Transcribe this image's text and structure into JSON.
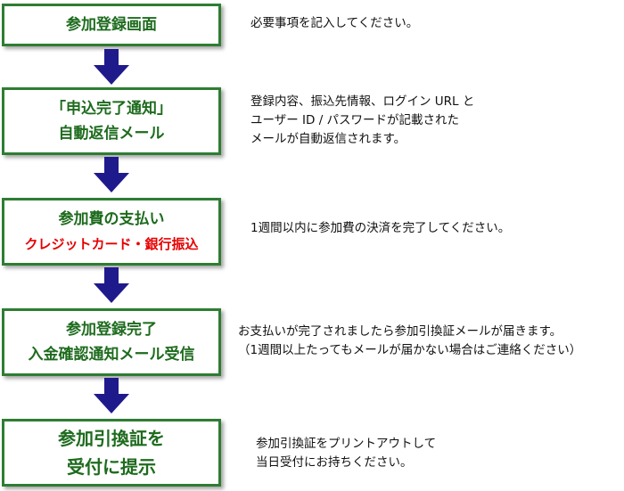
{
  "colors": {
    "box_border": "#2e7d32",
    "box_text": "#1e6b1e",
    "highlight_text": "#e60000",
    "arrow": "#1f1a8c"
  },
  "steps": [
    {
      "lines": [
        "参加登録画面"
      ],
      "description": [
        "必要事項を記入してください。"
      ]
    },
    {
      "lines": [
        "「申込完了通知」",
        "自動返信メール"
      ],
      "description": [
        "登録内容、振込先情報、ログイン URL と",
        "ユーザー ID / パスワードが記載された",
        "メールが自動返信されます。"
      ]
    },
    {
      "lines": [
        "参加費の支払い"
      ],
      "highlight": "クレジットカード・銀行振込",
      "description": [
        "1週間以内に参加費の決済を完了してください。"
      ]
    },
    {
      "lines": [
        "参加登録完了",
        "入金確認通知メール受信"
      ],
      "description": [
        "お支払いが完了されましたら参加引換証メールが届きます。",
        "（1週間以上たってもメールが届かない場合はご連絡ください）"
      ]
    },
    {
      "lines": [
        "参加引換証を",
        "受付に提示"
      ],
      "description": [
        "参加引換証をプリントアウトして",
        "当日受付にお持ちください。"
      ]
    }
  ]
}
